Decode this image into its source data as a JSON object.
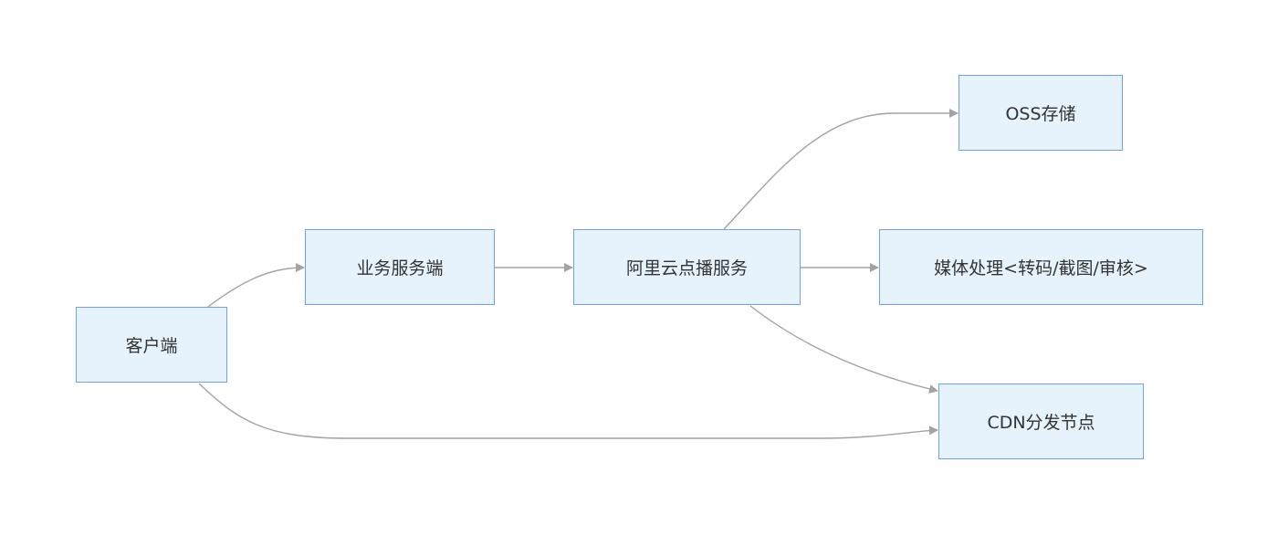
{
  "diagram": {
    "type": "flowchart",
    "direction": "left-to-right",
    "nodes": {
      "client": "客户端",
      "biz_server": "业务服务端",
      "vod_service": "阿里云点播服务",
      "oss": "OSS存储",
      "media": "媒体处理<转码/截图/审核>",
      "cdn": "CDN分发节点"
    },
    "edges": [
      {
        "from": "client",
        "to": "biz_server"
      },
      {
        "from": "client",
        "to": "cdn"
      },
      {
        "from": "biz_server",
        "to": "vod_service"
      },
      {
        "from": "vod_service",
        "to": "oss"
      },
      {
        "from": "vod_service",
        "to": "media"
      },
      {
        "from": "vod_service",
        "to": "cdn"
      }
    ],
    "colors": {
      "node_fill": "#e6f3fc",
      "node_border": "#6fa3e6",
      "edge": "#a3a3a3",
      "text": "#333333"
    }
  }
}
